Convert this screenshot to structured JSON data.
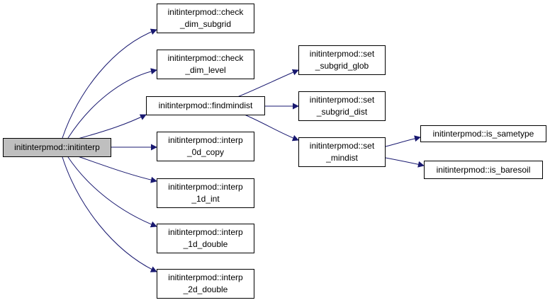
{
  "colors": {
    "edge": "#191970",
    "root_fill": "#bfbfbf",
    "node_fill": "#ffffff",
    "border": "#000000"
  },
  "nodes": {
    "initinterp": {
      "lines": [
        "initinterpmod::initinterp"
      ]
    },
    "check_dim_subgrid": {
      "lines": [
        "initinterpmod::check",
        "_dim_subgrid"
      ]
    },
    "check_dim_level": {
      "lines": [
        "initinterpmod::check",
        "_dim_level"
      ]
    },
    "findmindist": {
      "lines": [
        "initinterpmod::findmindist"
      ]
    },
    "interp_0d_copy": {
      "lines": [
        "initinterpmod::interp",
        "_0d_copy"
      ]
    },
    "interp_1d_int": {
      "lines": [
        "initinterpmod::interp",
        "_1d_int"
      ]
    },
    "interp_1d_double": {
      "lines": [
        "initinterpmod::interp",
        "_1d_double"
      ]
    },
    "interp_2d_double": {
      "lines": [
        "initinterpmod::interp",
        "_2d_double"
      ]
    },
    "set_subgrid_glob": {
      "lines": [
        "initinterpmod::set",
        "_subgrid_glob"
      ]
    },
    "set_subgrid_dist": {
      "lines": [
        "initinterpmod::set",
        "_subgrid_dist"
      ]
    },
    "set_mindist": {
      "lines": [
        "initinterpmod::set",
        "_mindist"
      ]
    },
    "is_sametype": {
      "lines": [
        "initinterpmod::is_sametype"
      ]
    },
    "is_baresoil": {
      "lines": [
        "initinterpmod::is_baresoil"
      ]
    }
  }
}
